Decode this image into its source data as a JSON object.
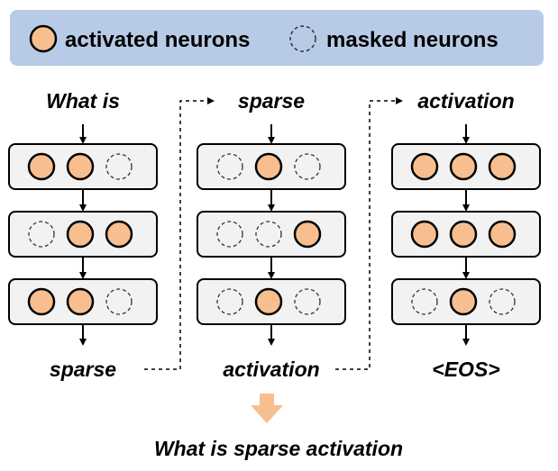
{
  "legend": {
    "activated_label": "activated neurons",
    "masked_label": "masked neurons"
  },
  "colors": {
    "activated_fill": "#f7be8f",
    "layer_fill": "#f2f2f2",
    "legend_bg": "#b8cbe6",
    "down_arrow": "#f7be8f"
  },
  "steps": [
    {
      "input": "What is",
      "output": "sparse",
      "layers": [
        [
          1,
          1,
          0
        ],
        [
          0,
          1,
          1
        ],
        [
          1,
          1,
          0
        ]
      ]
    },
    {
      "input": "sparse",
      "output": "activation",
      "layers": [
        [
          0,
          1,
          0
        ],
        [
          0,
          0,
          1
        ],
        [
          0,
          1,
          0
        ]
      ]
    },
    {
      "input": "activation",
      "output": "<EOS>",
      "layers": [
        [
          1,
          1,
          1
        ],
        [
          1,
          1,
          1
        ],
        [
          0,
          1,
          0
        ]
      ]
    }
  ],
  "final_output": "What is sparse activation"
}
